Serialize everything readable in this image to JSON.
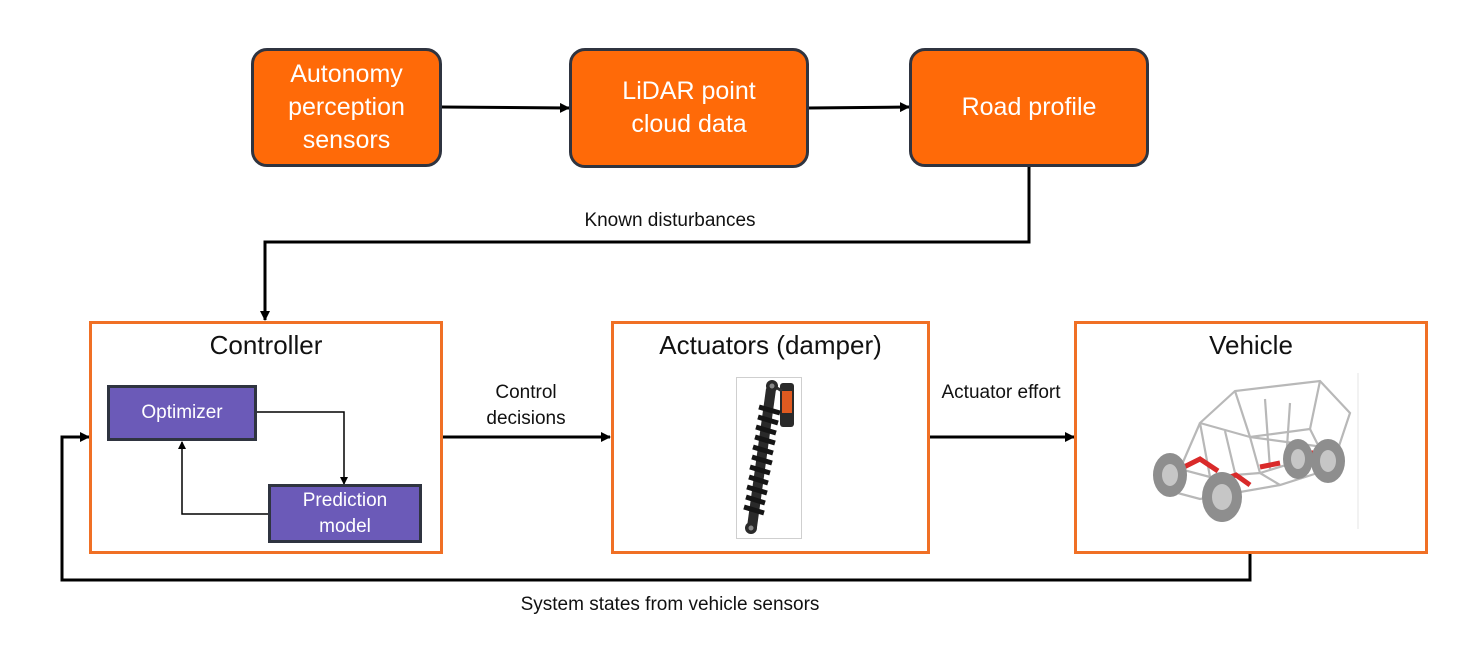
{
  "top_row": {
    "sensors": "Autonomy perception sensors",
    "lidar": "LiDAR point cloud data",
    "road": "Road profile"
  },
  "labels": {
    "known_disturbances": "Known disturbances",
    "control_decisions": "Control decisions",
    "actuator_effort": "Actuator effort",
    "system_states": "System states from vehicle sensors"
  },
  "controller": {
    "title": "Controller",
    "optimizer": "Optimizer",
    "prediction_model": "Prediction model"
  },
  "actuators": {
    "title": "Actuators (damper)"
  },
  "vehicle": {
    "title": "Vehicle"
  },
  "colors": {
    "orange_box": "#ff6a08",
    "frame_border": "#f07025",
    "purple_box": "#6b5ab8",
    "line": "#000000"
  }
}
